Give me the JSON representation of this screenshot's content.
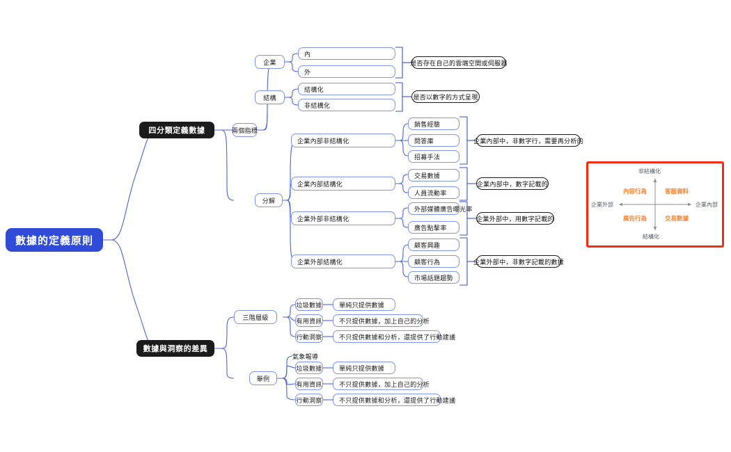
{
  "root": {
    "label": "數據的定義原則",
    "color": "#2f4bd8"
  },
  "branches": [
    {
      "label": "四分類定義數據",
      "children": [
        {
          "label": "兩個指標",
          "groups": [
            {
              "label": "企業",
              "items": [
                "內",
                "外"
              ],
              "summary": "是否存在自己的雲端空間或伺服器"
            },
            {
              "label": "結構",
              "items": [
                "結構化",
                "非結構化"
              ],
              "summary": "是否以數字的方式呈現"
            }
          ]
        },
        {
          "label": "分解",
          "groups": [
            {
              "label": "企業內部非結構化",
              "items": [
                "銷售經驗",
                "問答庫",
                "招募手法"
              ],
              "summary": "企業內部中，非數字行，需要再分析的"
            },
            {
              "label": "企業內部結構化",
              "items": [
                "交易數據",
                "人員流動率"
              ],
              "summary": "企業內部中，數字記載的"
            },
            {
              "label": "企業外部非結構化",
              "items": [
                "外部媒體廣告曝光率",
                "廣告點擊率"
              ],
              "summary": "企業外部中，用數字記載的"
            },
            {
              "label": "企業外部結構化",
              "items": [
                "顧客興趣",
                "顧客行為",
                "市場話題趨勢"
              ],
              "summary": "企業外部中，非數字記載的數據"
            }
          ]
        }
      ]
    },
    {
      "label": "數據與洞察的差異",
      "children": [
        {
          "label": "三階層級",
          "rows": [
            {
              "key": "垃圾數據",
              "value": "單純只提供數據"
            },
            {
              "key": "有用資訊",
              "value": "不只提供數據，加上自己的分析"
            },
            {
              "key": "行動洞察",
              "value": "不只提供數據和分析，還提供了行動建議"
            }
          ]
        },
        {
          "label": "舉例",
          "heading": "氣象報導",
          "rows": [
            {
              "key": "垃圾數據",
              "value": "單純只提供數據"
            },
            {
              "key": "有用資訊",
              "value": "不只提供數據，加上自己的分析"
            },
            {
              "key": "行動洞察",
              "value": "不只提供數據和分析，還提供了行動建議"
            }
          ]
        }
      ]
    }
  ],
  "quadrant": {
    "border_color": "#f42c12",
    "item_color": "#f58634",
    "axis_top": "非結構化",
    "axis_bottom": "結構化",
    "axis_left": "企業外部",
    "axis_right": "企業內部",
    "q_top_left": "內容行為",
    "q_top_right": "客服資料",
    "q_bottom_left": "廣告行為",
    "q_bottom_right": "交易數據"
  }
}
